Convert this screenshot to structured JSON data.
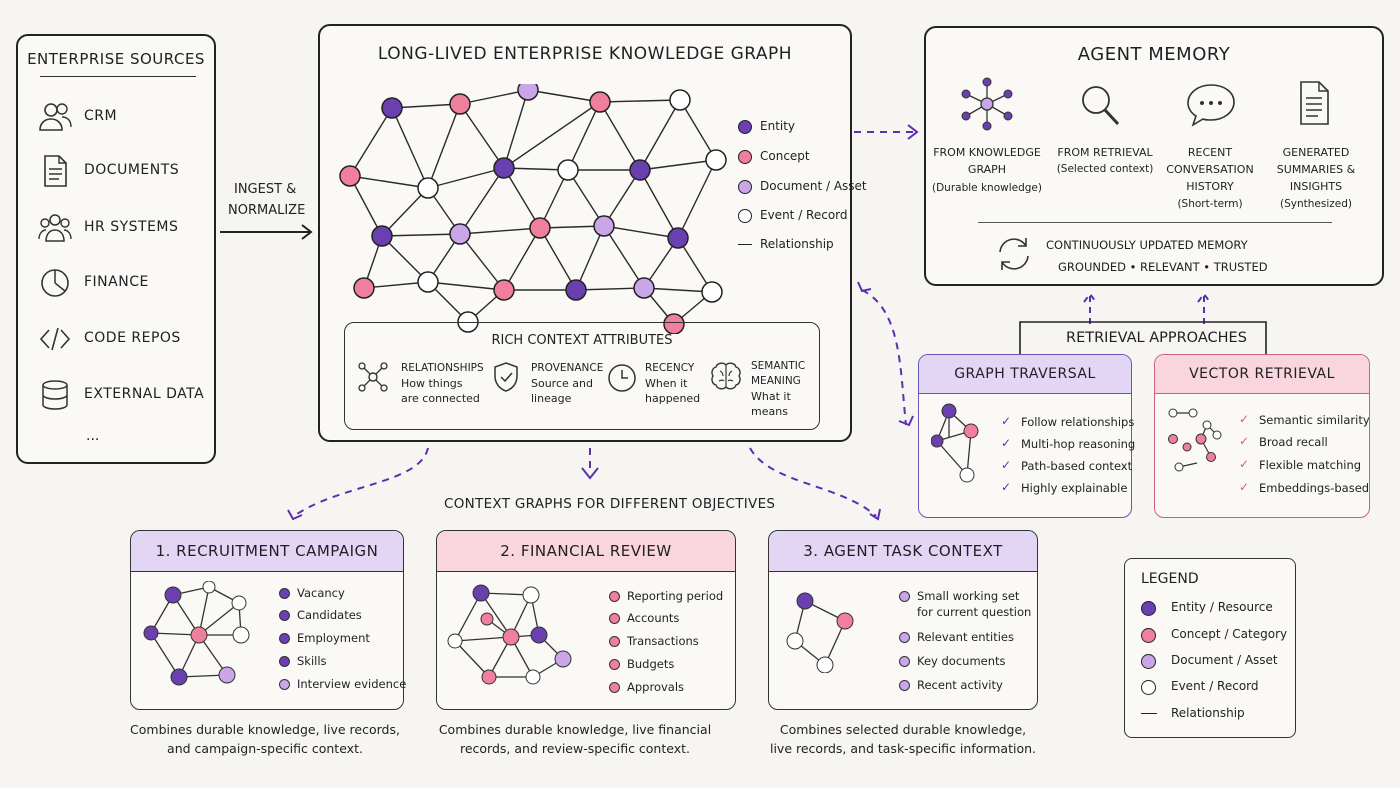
{
  "sources": {
    "title": "ENTERPRISE SOURCES",
    "items": [
      {
        "label": "CRM",
        "icon": "users-icon"
      },
      {
        "label": "DOCUMENTS",
        "icon": "document-icon"
      },
      {
        "label": "HR SYSTEMS",
        "icon": "team-icon"
      },
      {
        "label": "FINANCE",
        "icon": "pie-chart-icon"
      },
      {
        "label": "CODE REPOS",
        "icon": "code-icon"
      },
      {
        "label": "EXTERNAL DATA",
        "icon": "database-icon"
      }
    ],
    "more": "..."
  },
  "ingest": {
    "line1": "INGEST &",
    "line2": "NORMALIZE"
  },
  "graph": {
    "title": "LONG-LIVED ENTERPRISE KNOWLEDGE GRAPH",
    "legend": [
      {
        "label": "Entity",
        "color": "#6a3fb0"
      },
      {
        "label": "Concept",
        "color": "#ef7f9c"
      },
      {
        "label": "Document / Asset",
        "color": "#c8a6e8"
      },
      {
        "label": "Event / Record",
        "color": "#ffffff"
      },
      {
        "label": "Relationship",
        "color": "#222222"
      }
    ],
    "attributes": {
      "title": "RICH CONTEXT ATTRIBUTES",
      "items": [
        {
          "title": "RELATIONSHIPS",
          "l1": "How things",
          "l2": "are connected",
          "icon": "network-icon"
        },
        {
          "title": "PROVENANCE",
          "l1": "Source and",
          "l2": "lineage",
          "icon": "shield-check-icon"
        },
        {
          "title": "RECENCY",
          "l1": "When it",
          "l2": "happened",
          "icon": "clock-icon"
        },
        {
          "title": "SEMANTIC",
          "title2": "MEANING",
          "l1": "What it",
          "l2": "means",
          "icon": "brain-icon"
        }
      ]
    }
  },
  "memory": {
    "title": "AGENT MEMORY",
    "cols": [
      {
        "l1": "FROM KNOWLEDGE",
        "l2": "GRAPH",
        "sub": "(Durable knowledge)",
        "icon": "graph-hub-icon"
      },
      {
        "l1": "FROM RETRIEVAL",
        "l2": "",
        "sub": "(Selected context)",
        "icon": "magnifier-icon"
      },
      {
        "l1": "RECENT",
        "l2": "CONVERSATION",
        "l3": "HISTORY",
        "sub": "(Short-term)",
        "icon": "chat-bubble-icon"
      },
      {
        "l1": "GENERATED",
        "l2": "SUMMARIES &",
        "l3": "INSIGHTS",
        "sub": "(Synthesized)",
        "icon": "summary-doc-icon"
      }
    ],
    "footer1": "CONTINUOUSLY UPDATED MEMORY",
    "footer2": "GROUNDED • RELEVANT • TRUSTED"
  },
  "retrieval": {
    "title": "RETRIEVAL APPROACHES",
    "graph": {
      "title": "GRAPH TRAVERSAL",
      "items": [
        "Follow relationships",
        "Multi-hop reasoning",
        "Path-based context",
        "Highly explainable"
      ]
    },
    "vector": {
      "title": "VECTOR RETRIEVAL",
      "items": [
        "Semantic similarity",
        "Broad recall",
        "Flexible matching",
        "Embeddings-based"
      ]
    }
  },
  "context_title": "CONTEXT GRAPHS FOR DIFFERENT OBJECTIVES",
  "cards": [
    {
      "title": "1. RECRUITMENT CAMPAIGN",
      "items": [
        "Vacancy",
        "Candidates",
        "Employment",
        "Skills",
        "Interview evidence"
      ],
      "caption1": "Combines durable knowledge, live records,",
      "caption2": "and campaign-specific context."
    },
    {
      "title": "2. FINANCIAL REVIEW",
      "items": [
        "Reporting period",
        "Accounts",
        "Transactions",
        "Budgets",
        "Approvals"
      ],
      "caption1": "Combines durable knowledge, live financial",
      "caption2": "records, and review-specific context."
    },
    {
      "title": "3. AGENT TASK CONTEXT",
      "items": [
        "Small working set",
        "for current question",
        "Relevant entities",
        "Key documents",
        "Recent activity"
      ],
      "caption1": "Combines selected durable knowledge,",
      "caption2": "live records, and task-specific information."
    }
  ],
  "legend": {
    "title": "LEGEND",
    "items": [
      {
        "label": "Entity / Resource",
        "color": "#6a3fb0"
      },
      {
        "label": "Concept / Category",
        "color": "#ef7f9c"
      },
      {
        "label": "Document / Asset",
        "color": "#c8a6e8"
      },
      {
        "label": "Event / Record",
        "color": "#ffffff"
      },
      {
        "label": "Relationship",
        "color": "#222222"
      }
    ]
  },
  "colors": {
    "purple": "#6a3fb0",
    "pink": "#ef7f9c",
    "lavender": "#c8a6e8",
    "purple_header": "#e3d6f5",
    "pink_header": "#f9d5de",
    "dash": "#5b2fb0"
  }
}
